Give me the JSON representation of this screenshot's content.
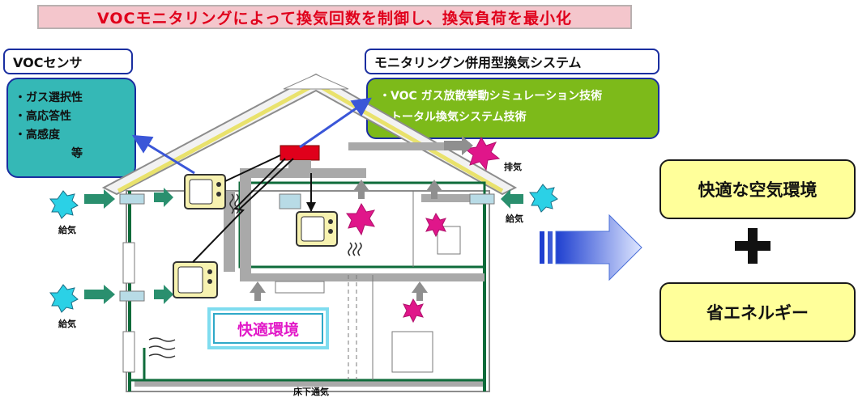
{
  "title": "VOCモニタリングによって換気回数を制御し、換気負荷を最小化",
  "voc_sensor": {
    "label": "VOCセンサ",
    "features": [
      "・ガス選択性",
      "・高応答性",
      "・高感度"
    ],
    "etc": "等"
  },
  "system": {
    "label": "モニタリングン併用型換気システム",
    "features": [
      "・VOC ガス放散挙動シミュレーション技術",
      "・トータル換気システム技術"
    ]
  },
  "house": {
    "supply_label": "給気",
    "exhaust_label": "排気",
    "comfort_label": "快適環境",
    "underfloor_label": "床下通気"
  },
  "results": {
    "air": "快適な空気環境",
    "energy": "省エネルギー"
  },
  "colors": {
    "title_text": "#e0001b",
    "title_bg": "#f4c6cc",
    "sensor_box": "#35b8b6",
    "system_box": "#7dba1a",
    "result_box": "#ffff9a",
    "duct": "#a9a9a9",
    "wall_green": "#0e6b3a",
    "arrow_blue": "#3a56d8"
  }
}
